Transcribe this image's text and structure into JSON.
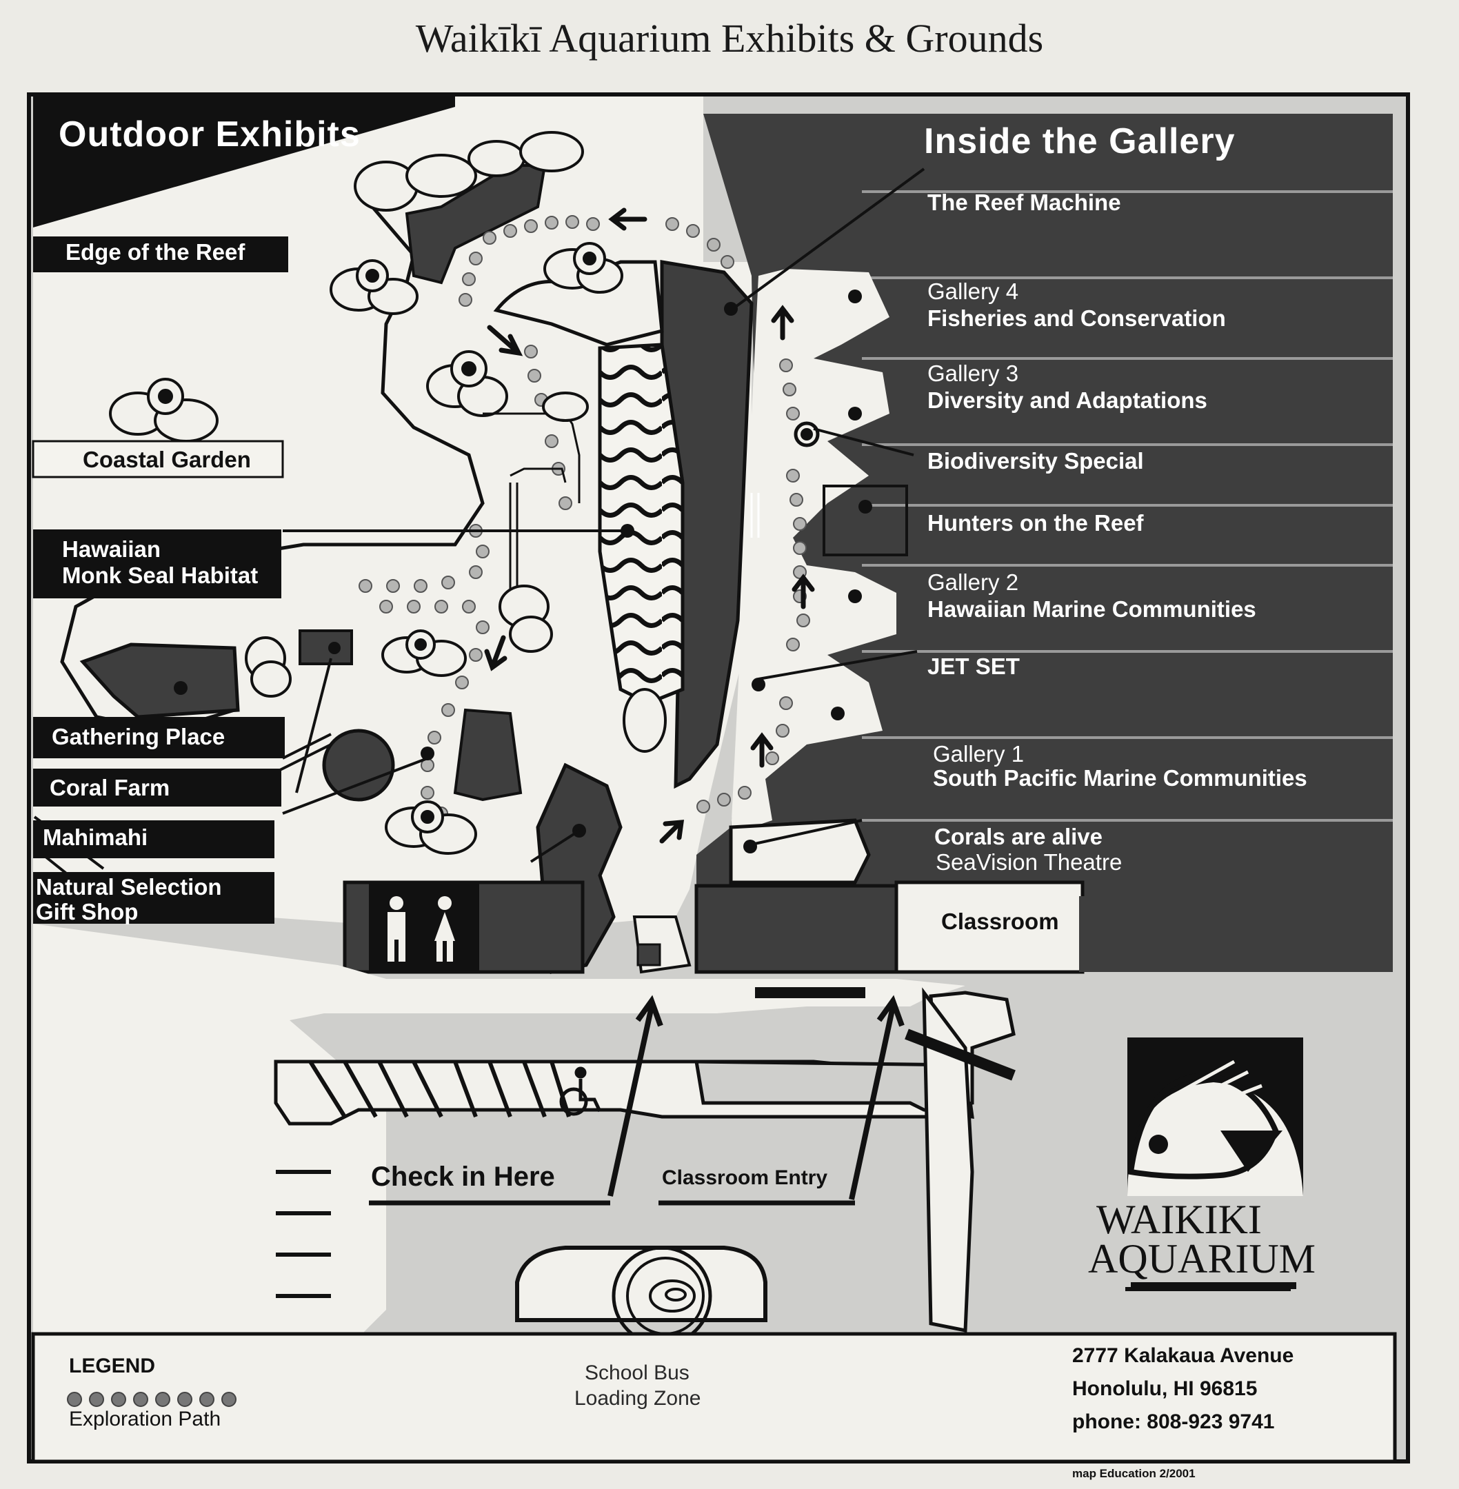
{
  "title": "Waikīkī Aquarium Exhibits & Grounds",
  "outdoor": {
    "header": "Outdoor Exhibits",
    "items": {
      "edge_of_reef": "Edge of the Reef",
      "coastal_garden": "Coastal Garden",
      "monk_seal_1": "Hawaiian",
      "monk_seal_2": "Monk Seal Habitat",
      "gathering_place": "Gathering Place",
      "coral_farm": "Coral Farm",
      "mahimahi": "Mahimahi",
      "gift_shop_1": "Natural Selection",
      "gift_shop_2": "Gift Shop"
    }
  },
  "gallery": {
    "header": "Inside the Gallery",
    "items": {
      "reef_machine": "The Reef Machine",
      "gallery4_name": "Gallery 4",
      "gallery4_desc": "Fisheries and Conservation",
      "gallery3_name": "Gallery 3",
      "gallery3_desc": "Diversity and Adaptations",
      "biodiversity": "Biodiversity Special",
      "hunters": "Hunters on the Reef",
      "gallery2_name": "Gallery 2",
      "gallery2_desc": "Hawaiian Marine  Communities",
      "jet_set": "JET SET",
      "gallery1_name": "Gallery 1",
      "gallery1_desc": "South Pacific Marine Communities",
      "corals_alive": "Corals are alive",
      "seavision": "SeaVision Theatre",
      "classroom": "Classroom"
    }
  },
  "grounds": {
    "check_in": "Check in Here",
    "classroom_entry": "Classroom Entry",
    "school_bus_1": "School Bus",
    "school_bus_2": "Loading Zone"
  },
  "legend": {
    "title": "LEGEND",
    "exploration_path": "Exploration Path"
  },
  "logo": {
    "line1": "WAIKIKI",
    "line2": "AQUARIUM"
  },
  "address": {
    "street": "2777 Kalakaua Avenue",
    "city": "Honolulu, HI 96815",
    "phone": "phone: 808-923 9741"
  },
  "footnote": "map Education 2/2001",
  "colors": {
    "paper": "#ecebe6",
    "dark": "#3e3e3e",
    "black": "#111111",
    "gray": "#cfcfcc"
  },
  "icons": [
    "restroom-icon",
    "wheelchair-icon",
    "fish-logo-icon",
    "flower-plant-icon",
    "direction-arrow-icon"
  ]
}
